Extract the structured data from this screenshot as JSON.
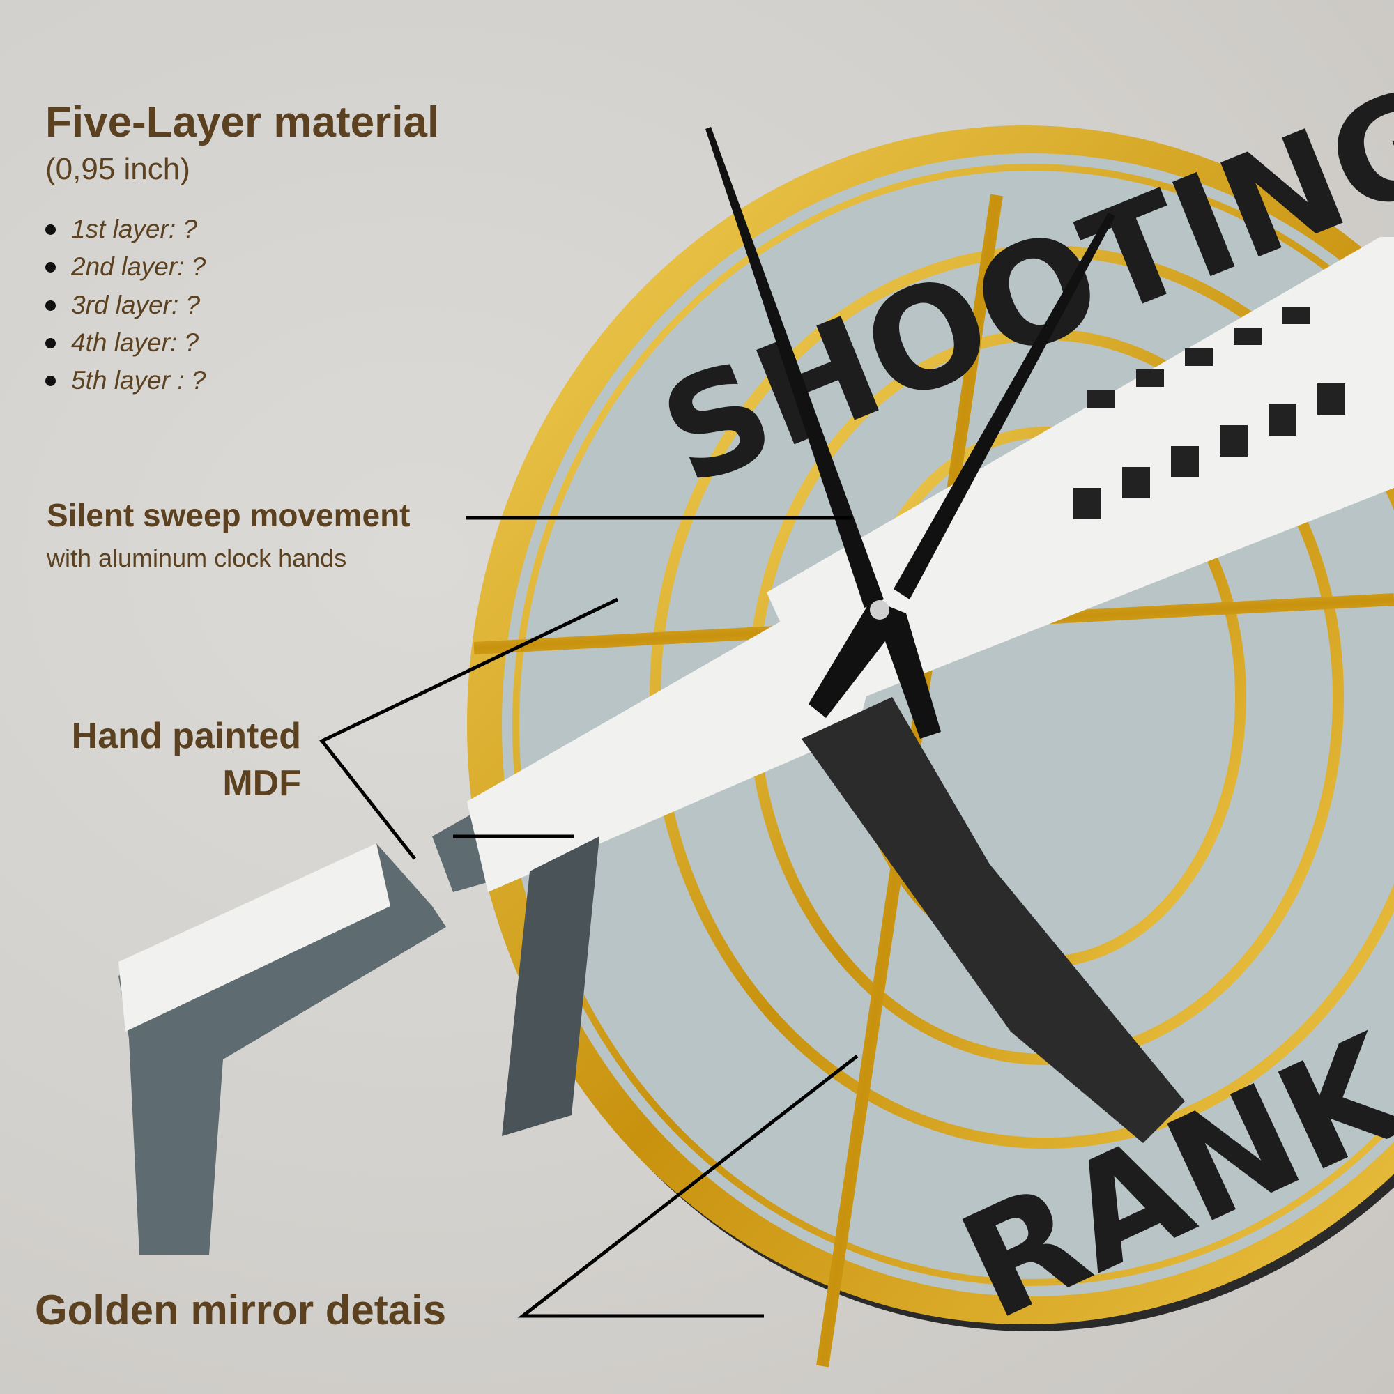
{
  "heading": {
    "title": "Five-Layer material",
    "subtitle": "(0,95 inch)",
    "layers": [
      "1st layer: ?",
      "2nd layer: ?",
      "3rd layer: ?",
      "4th layer: ?",
      "5th layer : ?"
    ]
  },
  "callouts": {
    "movement_title": "Silent sweep movement",
    "movement_sub": "with aluminum clock hands",
    "mdf_line1": "Hand painted",
    "mdf_line2": "MDF",
    "mirror": "Golden mirror detais"
  },
  "product": {
    "lettering_top": "SHOOTING",
    "lettering_bottom": "RANK",
    "colors": {
      "text": "#5b4120",
      "gold": "#d4a017",
      "face": "#b9c4c6",
      "rifle_white": "#f1f1ef",
      "rifle_gray": "#5e6b70",
      "black": "#1a1a1a"
    }
  }
}
